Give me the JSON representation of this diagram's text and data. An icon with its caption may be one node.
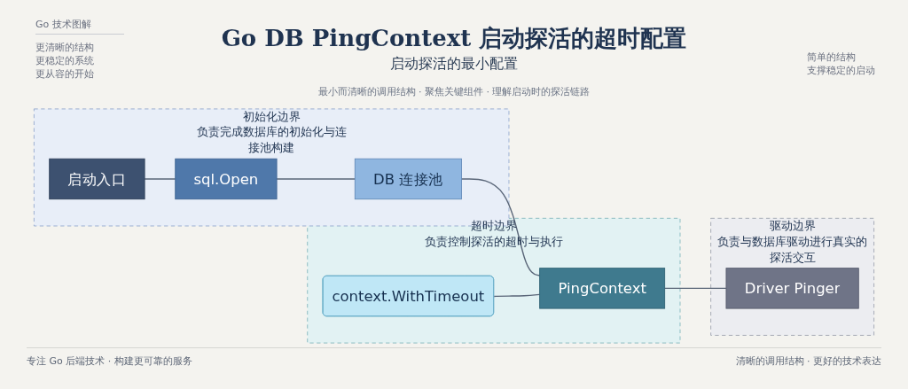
{
  "diagram": {
    "title": "Go DB PingContext 启动探活的超时配置",
    "nodes": [
      {
        "text": [
          "初始化边界",
          "负责完成数据库的初始化与连接池构建"
        ]
      },
      {
        "text": [
          "启动入口"
        ],
        "in": 0
      },
      {
        "text": [
          "sql.Open"
        ],
        "in": 0
      },
      {
        "text": [
          "DB 连接池"
        ],
        "in": 0
      },
      {
        "text": [
          "超时边界",
          "负责控制探活的超时与执行"
        ]
      },
      {
        "text": [
          "context.WithTimeout"
        ],
        "in": 4
      },
      {
        "text": [
          "PingContext"
        ],
        "in": 4
      },
      {
        "text": [
          "驱动边界",
          "负责与数据库驱动进行真实的探活交互"
        ]
      },
      {
        "text": [
          "Driver Pinger"
        ],
        "in": 7
      }
    ],
    "edges": [
      {
        "from": 1,
        "to": 2,
        "arrow": "none"
      },
      {
        "from": 2,
        "to": 3,
        "arrow": "none"
      },
      {
        "from": 3,
        "to": 6,
        "arrow": "none"
      },
      {
        "from": 5,
        "to": 6,
        "arrow": "none"
      },
      {
        "from": 6,
        "to": 8,
        "arrow": "none"
      }
    ],
    "labels": [
      "启动探活的最小配置",
      "Go 技术图解",
      "更清晰的结构",
      "更稳定的系统",
      "更从容的开始",
      "简单的结构",
      "支撑稳定的启动",
      "最小而清晰的调用结构 · 聚焦关键组件 · 理解启动时的探活链路",
      "专注 Go 后端技术 · 构建更可靠的服务",
      "清晰的调用结构 · 更好的技术表达"
    ]
  }
}
